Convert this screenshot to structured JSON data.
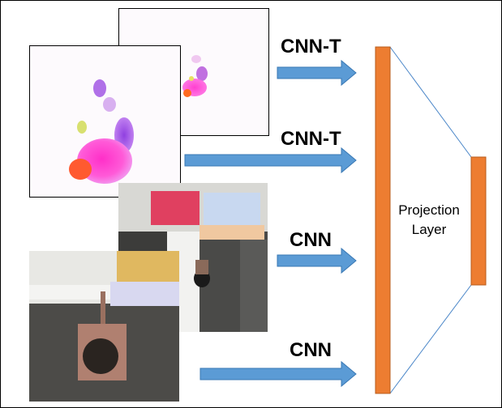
{
  "streams": [
    {
      "label": "CNN-T"
    },
    {
      "label": "CNN-T"
    },
    {
      "label": "CNN"
    },
    {
      "label": "CNN"
    }
  ],
  "projection": {
    "line1": "Projection",
    "line2": "Layer"
  },
  "colors": {
    "arrow": "#5b9bd5",
    "arrow_border": "#3a78b4",
    "layer": "#ed7d31",
    "layer_border": "#b85c1c",
    "connector": "#4a86c8"
  }
}
